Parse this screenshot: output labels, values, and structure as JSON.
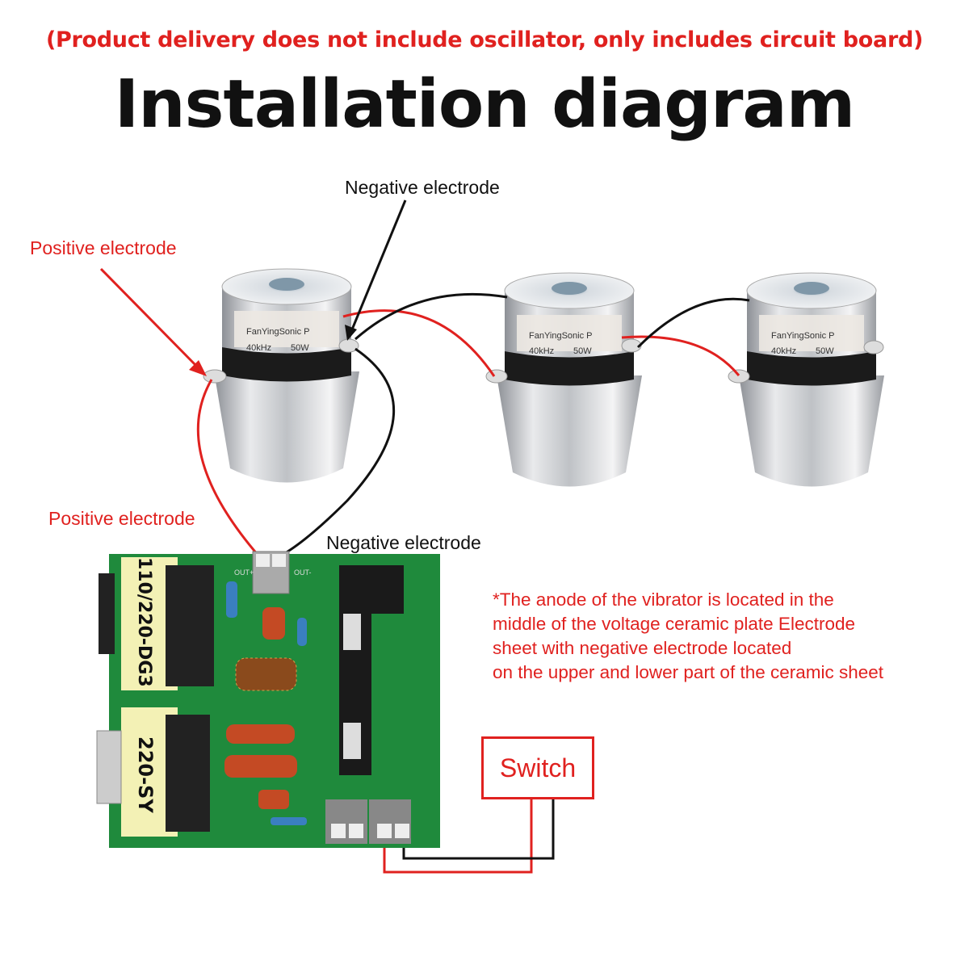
{
  "notice": "(Product delivery does not include oscillator, only includes circuit board)",
  "title": "Installation diagram",
  "labels": {
    "negative_top": "Negative electrode",
    "positive_top": "Positive electrode",
    "positive_board": "Positive electrode",
    "negative_board": "Negative electrode"
  },
  "transducer": {
    "brand": "FanYingSonic P",
    "frequency": "40kHz",
    "power": "50W"
  },
  "board": {
    "transformer_1": "110/220-DG3",
    "transformer_2": "220-SY",
    "out_plus": "OUT+",
    "out_minus": "OUT-"
  },
  "note": [
    "*The anode of the vibrator is located in the",
    "middle of the voltage ceramic plate Electrode",
    "sheet with negative electrode located",
    "on the upper and lower part of the ceramic sheet"
  ],
  "switch_label": "Switch",
  "colors": {
    "positive": "#e0211f",
    "negative": "#111111",
    "pcb": "#1f8a3c"
  }
}
